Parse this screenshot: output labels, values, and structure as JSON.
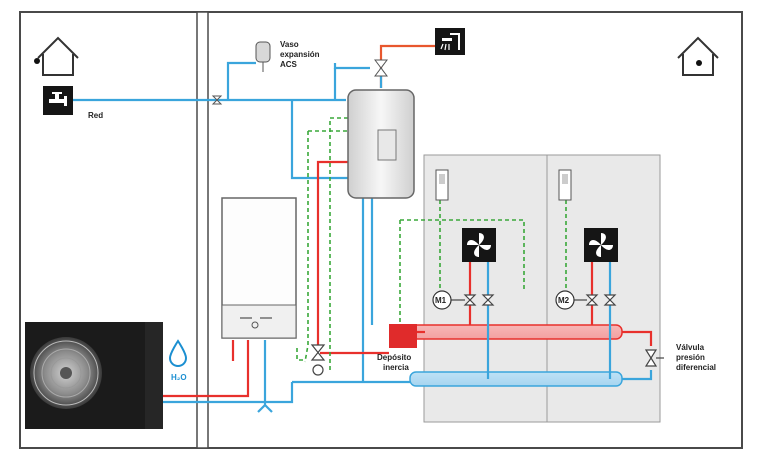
{
  "labels": {
    "red": "Red",
    "vaso": [
      "Vaso",
      "expansión",
      "ACS"
    ],
    "deposito": [
      "Depósito",
      "inercia"
    ],
    "valvula": [
      "Válvula",
      "presión",
      "diferencial"
    ],
    "h2o": "H₂O",
    "m1": "M1",
    "m2": "M2"
  },
  "colors": {
    "hot": "#e8302c",
    "cold": "#3aa5dc",
    "control": "#3aa83a",
    "dhw_hot": "#e8572e",
    "frame": "#4a4a4a",
    "room": "#e9e9e9",
    "inertia_tank": "#e02b2b"
  },
  "icons": {
    "home_left": "house-icon",
    "home_right": "house-icon",
    "shower": "shower-icon",
    "tap": "tap-icon",
    "water_drop": "water-drop-icon",
    "fan_coil_1": "fan-icon",
    "fan_coil_2": "fan-icon",
    "heat_pump": "heat-pump-outdoor-unit-icon"
  }
}
